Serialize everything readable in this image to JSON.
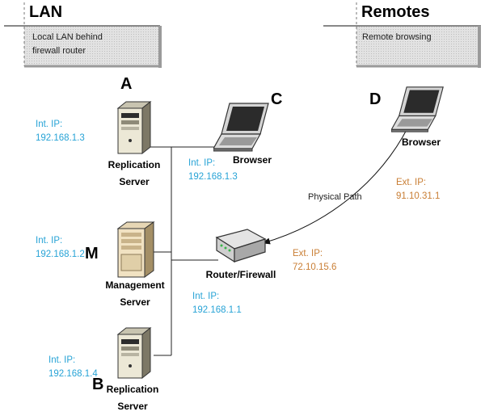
{
  "zones": {
    "lan": {
      "title": "LAN",
      "note_lines": [
        "Local LAN behind",
        "firewall router"
      ]
    },
    "remotes": {
      "title": "Remotes",
      "note_lines": [
        "Remote browsing"
      ]
    }
  },
  "nodes": {
    "replication_a": {
      "letter": "A",
      "label_lines": [
        "Replication",
        "Server"
      ],
      "ip_lines": [
        "Int. IP:",
        "192.168.1.3"
      ],
      "icon": "server-tower-icon"
    },
    "management": {
      "letter": "M",
      "label_lines": [
        "Management",
        "Server"
      ],
      "ip_lines": [
        "Int. IP:",
        "192.168.1.2"
      ],
      "icon": "server-tower-icon"
    },
    "replication_b": {
      "letter": "B",
      "label_lines": [
        "Replication",
        "Server"
      ],
      "ip_lines": [
        "Int. IP:",
        "192.168.1.4"
      ],
      "icon": "server-tower-icon"
    },
    "browser_c": {
      "letter": "C",
      "label": "Browser",
      "ip_lines": [
        "Int. IP:",
        "192.168.1.3"
      ],
      "icon": "laptop-icon"
    },
    "browser_d": {
      "letter": "D",
      "label": "Browser",
      "ip_lines": [
        "Ext. IP:",
        "91.10.31.1"
      ],
      "icon": "laptop-icon"
    },
    "router": {
      "label": "Router/Firewall",
      "int_ip_lines": [
        "Int. IP:",
        "192.168.1.1"
      ],
      "ext_ip_lines": [
        "Ext. IP:",
        "72.10.15.6"
      ],
      "icon": "router-icon"
    }
  },
  "connection": {
    "label": "Physical Path"
  },
  "colors": {
    "internal_ip": "#27a3d6",
    "external_ip": "#c97e34",
    "zone_band": "#d9d9d9"
  }
}
